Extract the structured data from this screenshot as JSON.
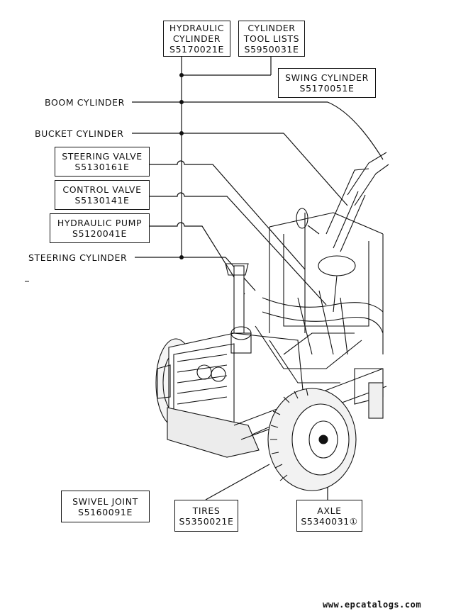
{
  "boxes": {
    "hydraulic_cylinder": {
      "line1": "HYDRAULIC",
      "line2": "CYLINDER",
      "line3": "S5170021E"
    },
    "cylinder_tool_lists": {
      "line1": "CYLINDER",
      "line2": "TOOL LISTS",
      "line3": "S5950031E"
    },
    "swing_cylinder": {
      "line1": "SWING CYLINDER",
      "line2": "S5170051E"
    },
    "steering_valve": {
      "line1": "STEERING VALVE",
      "line2": "S5130161E"
    },
    "control_valve": {
      "line1": "CONTROL VALVE",
      "line2": "S5130141E"
    },
    "hydraulic_pump": {
      "line1": "HYDRAULIC PUMP",
      "line2": "S5120041E"
    },
    "swivel_joint": {
      "line1": "SWIVEL JOINT",
      "line2": "S5160091E"
    },
    "tires": {
      "line1": "TIRES",
      "line2": "S5350021E"
    },
    "axle": {
      "line1": "AXLE",
      "line2": "S5340031①"
    }
  },
  "labels": {
    "boom_cylinder": "BOOM CYLINDER",
    "bucket_cylinder": "BUCKET CYLINDER",
    "steering_cylinder": "STEERING CYLINDER"
  },
  "footer": "www.epcatalogs.com"
}
